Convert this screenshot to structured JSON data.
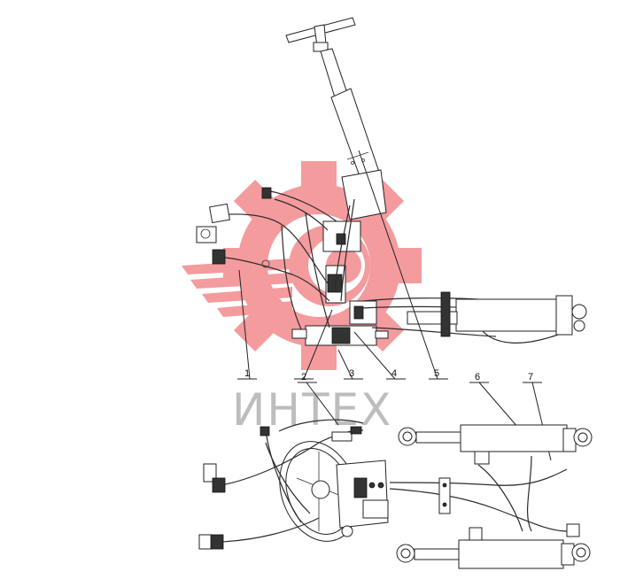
{
  "watermark": {
    "text": "ИНТЕХ",
    "brand_color": "#e8333a"
  },
  "callouts": [
    "1",
    "2",
    "3",
    "4",
    "5",
    "6",
    "7"
  ]
}
